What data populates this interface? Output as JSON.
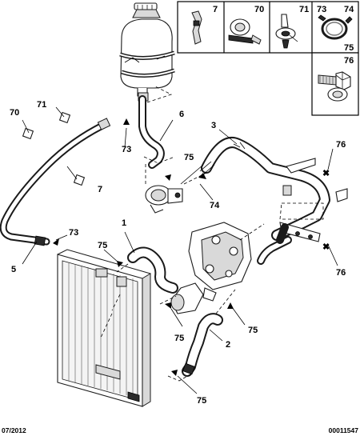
{
  "diagram": {
    "date_code": "07/2012",
    "reference_number": "00011547",
    "callout_labels": {
      "hose_5": "5",
      "hose_1": "1",
      "hose_2": "2",
      "pipe_3": "3",
      "hose_6": "6",
      "clip_7_left": "7",
      "clip_70": "70",
      "clip_71": "71",
      "clip_73_left": "73",
      "clip_73_lower": "73",
      "clip_74": "74",
      "clip_75_stat": "75",
      "clip_75_left": "75",
      "clip_75_lower": "75",
      "clip_75_right": "75",
      "clip_75_bottom": "75",
      "screw_76_top": "76",
      "screw_76_bottom": "76"
    },
    "legend": {
      "cell_7": "7",
      "cell_70": "70",
      "cell_71": "71",
      "cell_73": "73",
      "cell_74": "74",
      "cell_75": "75",
      "cell_76": "76"
    },
    "markers": {
      "fixing_point_symbol": "✖"
    }
  }
}
